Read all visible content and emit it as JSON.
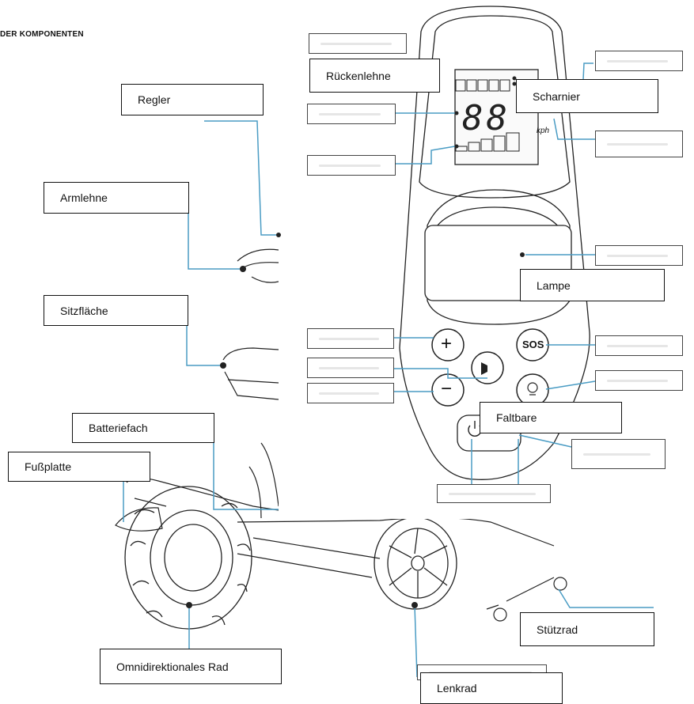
{
  "heading": "DER KOMPONENTEN",
  "colors": {
    "leader": "#4a9cc4",
    "outline": "#222222",
    "panel": "#ffffff"
  },
  "labels": {
    "ruckenlehne": "Rückenlehne",
    "regler": "Regler",
    "scharnier": "Scharnier",
    "armlehne": "Armlehne",
    "lampe": "Lampe",
    "sitzflache": "Sitzfläche",
    "faltbare": "Faltbare",
    "batteriefach": "Batteriefach",
    "fussplatte": "Fußplatte",
    "stutzrad": "Stützrad",
    "omnirad": "Omnidirektionales Rad",
    "lenkrad": "Lenkrad"
  },
  "controller": {
    "speed_digits": "88",
    "speed_unit": "kph",
    "plus_symbol": "+",
    "minus_symbol": "−",
    "sos_label": "SOS"
  },
  "icons": [
    "plus-icon",
    "minus-icon",
    "horn-icon",
    "sos-icon",
    "light-icon",
    "power-icon",
    "battery-icon"
  ]
}
